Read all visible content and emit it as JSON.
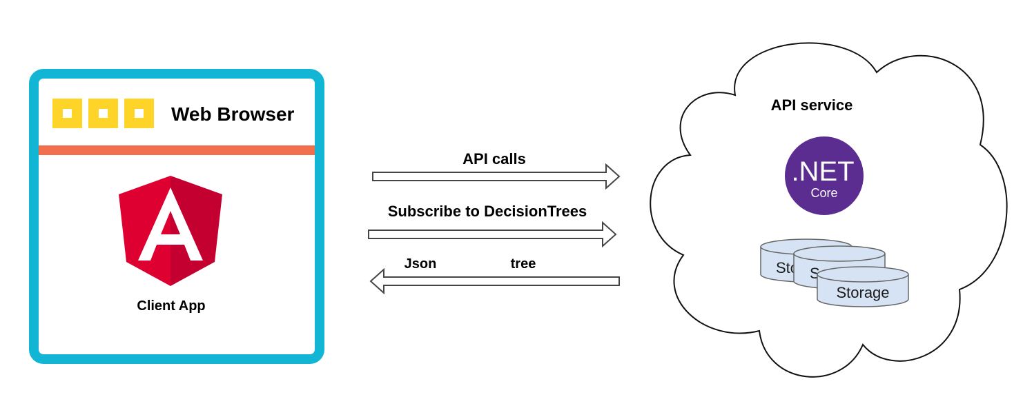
{
  "browser": {
    "title": "Web Browser",
    "app_label": "Client App",
    "frame_color": "#12B5D4",
    "dot_color": "#FFD428",
    "bar_color": "#F26F4D"
  },
  "angular_logo": {
    "letter": "A",
    "color_left": "#DD0031",
    "color_right": "#C3002F"
  },
  "arrows": {
    "api_calls": "API calls",
    "subscribe": "Subscribe to DecisionTrees",
    "response_left": "Json",
    "response_right": "tree"
  },
  "cloud": {
    "title": "API service",
    "net_badge": {
      "main": ".NET",
      "sub": "Core",
      "color": "#5C2D91"
    },
    "storage": [
      "Sto",
      "Sto",
      "Storage"
    ],
    "storage_color": "#D5E3F5"
  }
}
